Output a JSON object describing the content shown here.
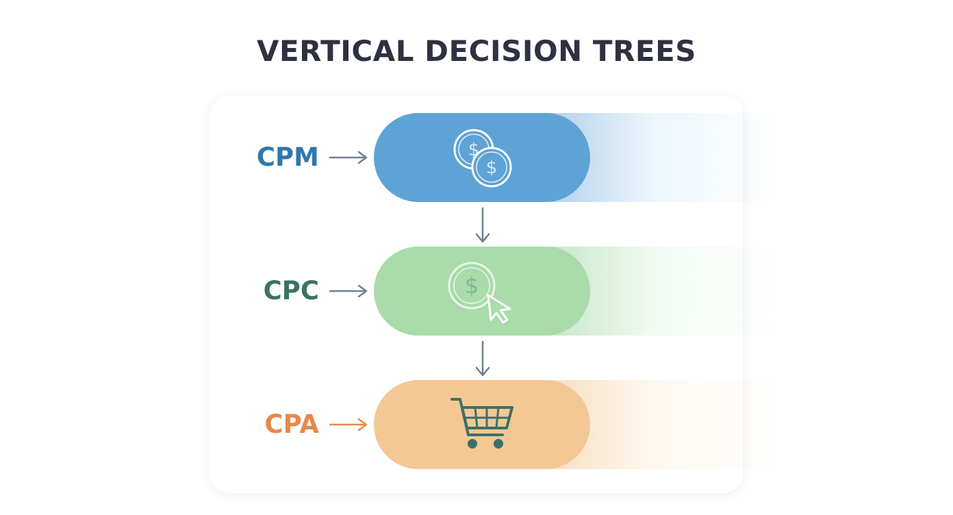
{
  "title": "VERTICAL DECISION TREES",
  "nodes": [
    {
      "label": "CPM",
      "icon": "coins-icon",
      "color": "#5ea3d5",
      "label_color": "#2f78ad"
    },
    {
      "label": "CPC",
      "icon": "dollar-click-icon",
      "color": "#a9dbab",
      "label_color": "#3b7263"
    },
    {
      "label": "CPA",
      "icon": "shopping-cart-icon",
      "color": "#f3c895",
      "label_color": "#e6894a"
    }
  ],
  "connector_color": "#6f7f94"
}
